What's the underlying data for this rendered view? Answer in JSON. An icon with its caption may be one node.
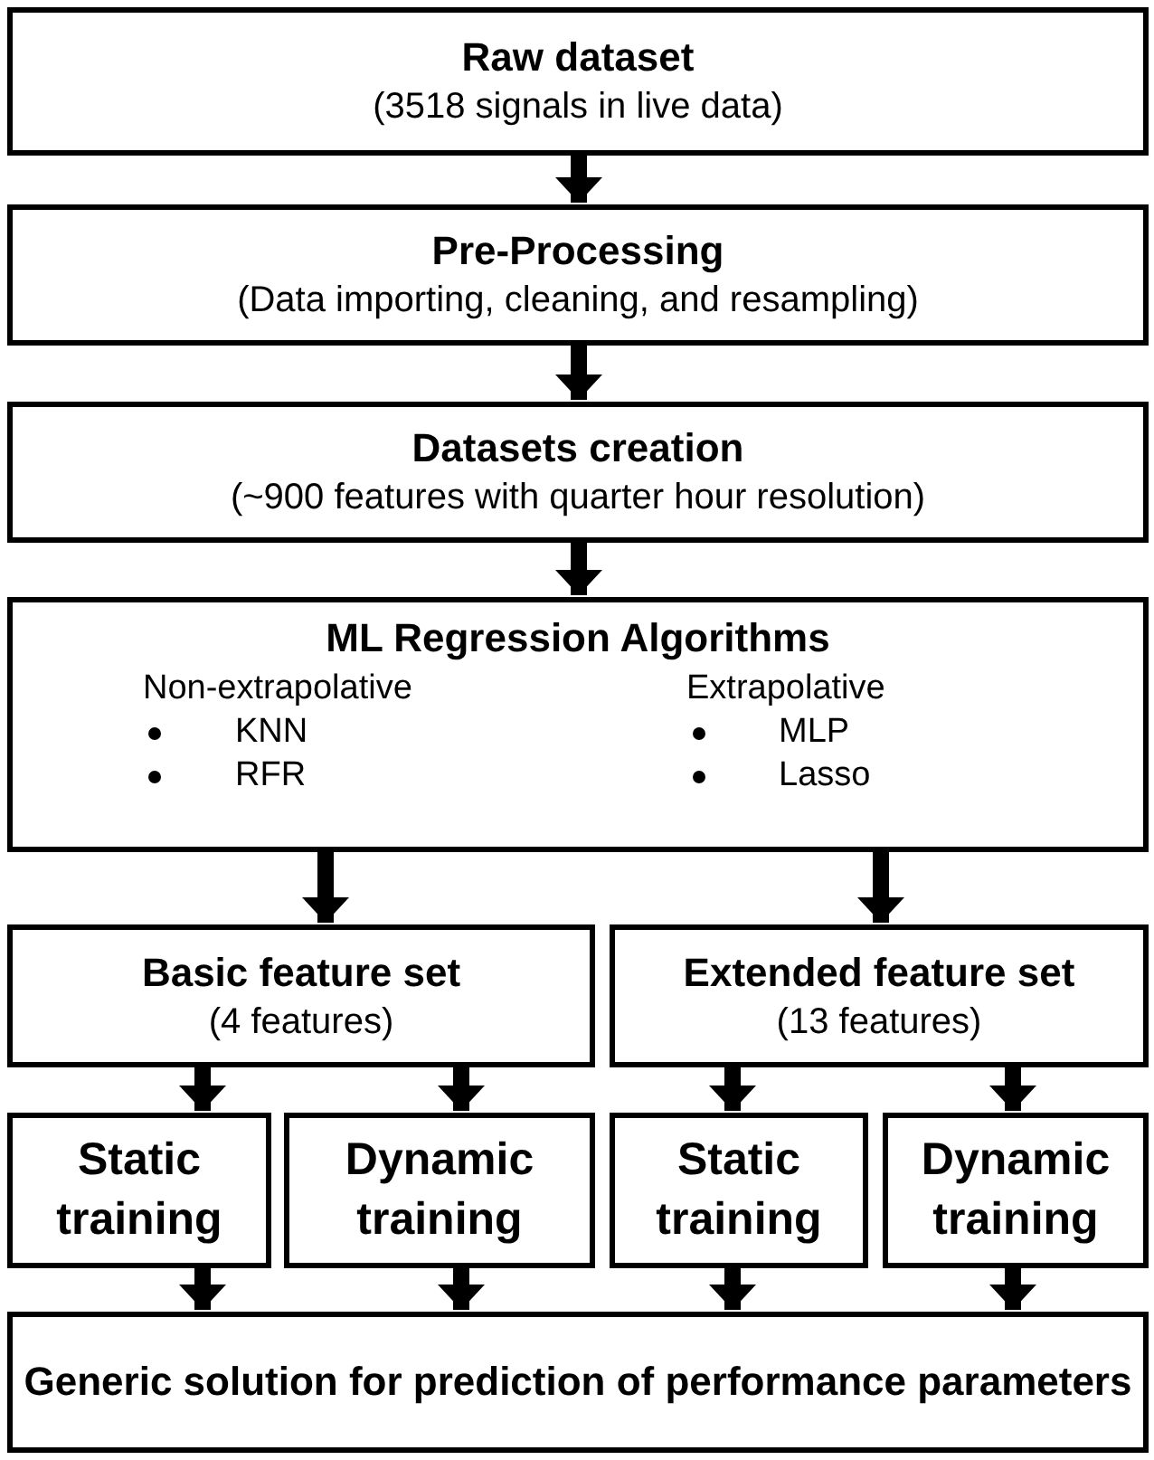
{
  "diagram": {
    "nodes": [
      {
        "text": [
          "Raw dataset",
          "(3518 signals in live data)"
        ]
      },
      {
        "text": [
          "Pre-Processing",
          "(Data importing, cleaning, and resampling)"
        ]
      },
      {
        "text": [
          "Datasets creation",
          "(~900 features with quarter hour resolution)"
        ]
      },
      {
        "text": [
          "ML Regression Algorithms",
          "Non-extrapolative",
          "KNN",
          "RFR",
          "Extrapolative",
          "MLP",
          "Lasso"
        ]
      },
      {
        "text": [
          "Basic feature set",
          "(4 features)"
        ]
      },
      {
        "text": [
          "Extended feature set",
          "(13 features)"
        ]
      },
      {
        "text": [
          "Static training"
        ]
      },
      {
        "text": [
          "Dynamic training"
        ]
      },
      {
        "text": [
          "Static training"
        ]
      },
      {
        "text": [
          "Dynamic training"
        ]
      },
      {
        "text": [
          "Generic solution for prediction of performance parameters"
        ]
      }
    ],
    "edges": [
      {
        "from": 0,
        "to": 1,
        "arrow": "to"
      },
      {
        "from": 1,
        "to": 2,
        "arrow": "to"
      },
      {
        "from": 2,
        "to": 3,
        "arrow": "to"
      },
      {
        "from": 3,
        "to": 4,
        "arrow": "to"
      },
      {
        "from": 3,
        "to": 5,
        "arrow": "to"
      },
      {
        "from": 4,
        "to": 6,
        "arrow": "to"
      },
      {
        "from": 4,
        "to": 7,
        "arrow": "to"
      },
      {
        "from": 5,
        "to": 8,
        "arrow": "to"
      },
      {
        "from": 5,
        "to": 9,
        "arrow": "to"
      },
      {
        "from": 6,
        "to": 10,
        "arrow": "to"
      },
      {
        "from": 7,
        "to": 10,
        "arrow": "to"
      },
      {
        "from": 8,
        "to": 10,
        "arrow": "to"
      },
      {
        "from": 9,
        "to": 10,
        "arrow": "to"
      }
    ]
  }
}
